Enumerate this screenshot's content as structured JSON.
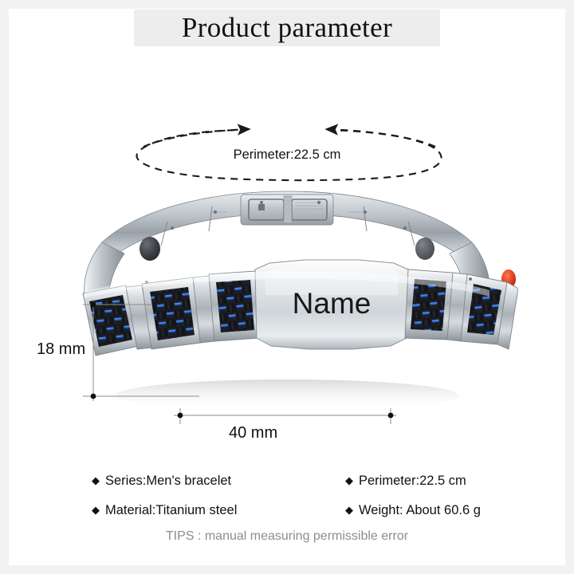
{
  "page": {
    "title": "Product parameter",
    "background_color": "#ffffff",
    "border_color": "#f2f2f2",
    "title_band_color": "#ededed"
  },
  "perimeter_annotation": {
    "label": "Perimeter:22.5 cm",
    "shape": "dashed-ellipse-with-arrows",
    "stroke_color": "#1a1a1a"
  },
  "product": {
    "name_plate_text": "Name",
    "metal_color": "#c9ced3",
    "metal_highlight": "#f4f6f7",
    "metal_shadow": "#6e767d",
    "carbon_color": "#17181c",
    "carbon_accent_color": "#1f6fe5",
    "magnet_color": "#3a3d42",
    "germanium_color": "#e03b22"
  },
  "dimensions": {
    "height_label": "18 mm",
    "width_label": "40 mm",
    "line_color": "#6b6b6b",
    "marker_color": "#111111"
  },
  "specs": [
    {
      "bullet": "◆",
      "text": "Series:Men's bracelet"
    },
    {
      "bullet": "◆",
      "text": "Perimeter:22.5 cm"
    },
    {
      "bullet": "◆",
      "text": "Material:Titanium steel"
    },
    {
      "bullet": "◆",
      "text": "Weight: About 60.6 g"
    }
  ],
  "tips": {
    "text": "TIPS : manual measuring permissible error",
    "color": "#8d8d8d"
  }
}
